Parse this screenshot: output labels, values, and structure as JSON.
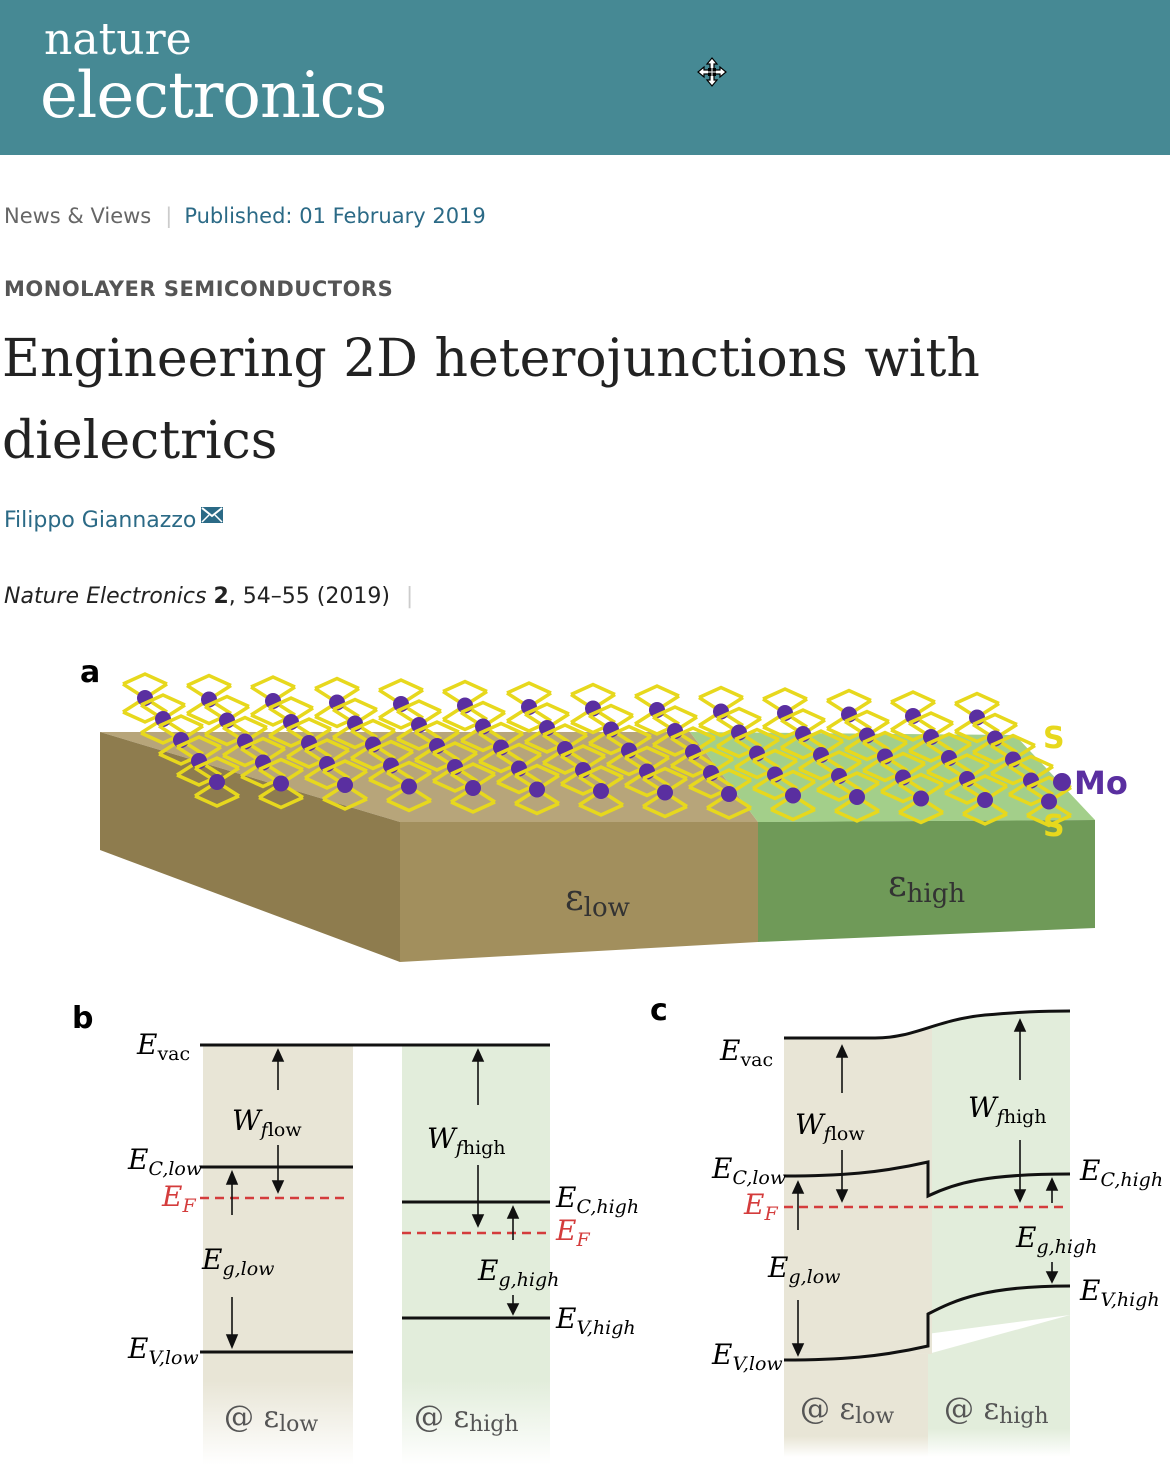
{
  "header": {
    "logo_line1": "nature",
    "logo_line2": "electronics"
  },
  "article": {
    "type": "News & Views",
    "published_label": "Published:",
    "published_date": "01 February 2019",
    "subject": "MONOLAYER SEMICONDUCTORS",
    "title": "Engineering 2D heterojunctions with dielectrics",
    "author": "Filippo Giannazzo",
    "journal_name": "Nature Electronics",
    "volume": "2",
    "pages_year": ", 54–55 (2019)"
  },
  "figure": {
    "panel_a": "a",
    "panel_b": "b",
    "panel_c": "c",
    "atom_s": "S",
    "atom_mo": "Mo",
    "eps": "ε",
    "sub_low": "low",
    "sub_high": "high",
    "E": "E",
    "W": "W",
    "at": "@",
    "sub_vac": "vac",
    "sub_f": "f",
    "sub_F": "F",
    "sub_C_low": "C,low",
    "sub_C_high": "C,high",
    "sub_V_low": "V,low",
    "sub_V_high": "V,high",
    "sub_g_low": "g,low",
    "sub_g_high": "g,high",
    "colors": {
      "header": "#468994",
      "sulfur": "#e7d81d",
      "molybdenum": "#5a2fa0",
      "fermi": "#d43c3c"
    }
  }
}
